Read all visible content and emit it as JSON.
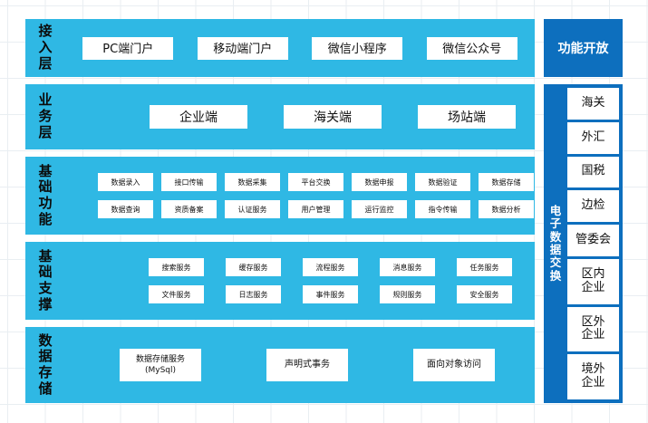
{
  "colors": {
    "layer_band": "#2FB8E4",
    "accent_dark_blue": "#0D6FBE",
    "chip_bg": "#FFFFFF",
    "text": "#111111",
    "grid_line": "#E9EEF2"
  },
  "layers": [
    {
      "id": "access-layer",
      "title": "接入层",
      "title_chars": [
        "接",
        "入",
        "层"
      ],
      "rows": [
        [
          "PC端门户",
          "移动端门户",
          "微信小程序",
          "微信公众号"
        ]
      ]
    },
    {
      "id": "business-layer",
      "title": "业务层",
      "title_chars": [
        "业",
        "务",
        "层"
      ],
      "rows": [
        [
          "企业端",
          "海关端",
          "场站端"
        ]
      ]
    },
    {
      "id": "foundation-function-layer",
      "title": "基础功能",
      "title_chars": [
        "基",
        "础",
        "功",
        "能"
      ],
      "rows": [
        [
          "数据录入",
          "接口传输",
          "数据采集",
          "平台交换",
          "数据申报",
          "数据验证",
          "数据存储"
        ],
        [
          "数据查询",
          "资质备案",
          "认证服务",
          "用户管理",
          "运行监控",
          "指令传输",
          "数据分析"
        ]
      ]
    },
    {
      "id": "foundation-support-layer",
      "title": "基础支撑",
      "title_chars": [
        "基",
        "础",
        "支",
        "撑"
      ],
      "rows": [
        [
          "搜索服务",
          "缓存服务",
          "流程服务",
          "消息服务",
          "任务服务"
        ],
        [
          "文件服务",
          "日志服务",
          "事件服务",
          "规则服务",
          "安全服务"
        ]
      ]
    },
    {
      "id": "data-storage-layer",
      "title": "数据存储",
      "title_chars": [
        "数",
        "据",
        "存",
        "储"
      ],
      "rows": [
        [
          "数据存储服务\n(MySql)",
          "声明式事务",
          "面向对象访问"
        ]
      ]
    }
  ],
  "right_column": {
    "function_open": {
      "label": "功能开放"
    },
    "edi": {
      "title": "电子数据交换",
      "title_chars": [
        "电",
        "子",
        "数",
        "据",
        "交",
        "换"
      ],
      "items": [
        "海关",
        "外汇",
        "国税",
        "边检",
        "管委会",
        "区内\n企业",
        "区外\n企业",
        "境外\n企业"
      ]
    }
  }
}
